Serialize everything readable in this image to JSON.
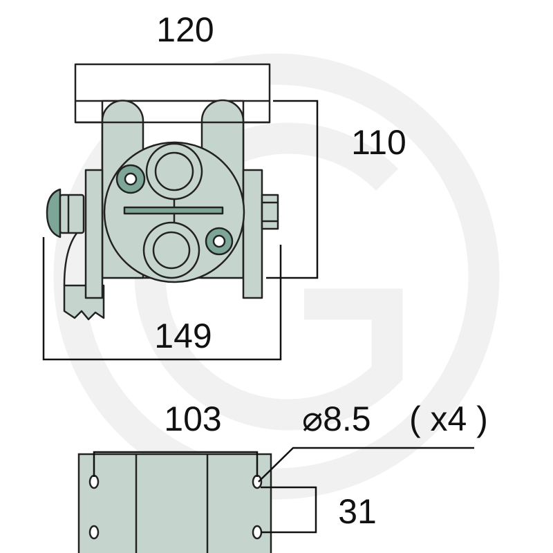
{
  "dimensions": {
    "top_width": "120",
    "height": "110",
    "overall_width": "149",
    "hole_spacing": "103",
    "hole_diameter": "⌀8.5",
    "hole_count": "( x4 )",
    "hole_vertical_spacing": "31"
  },
  "colors": {
    "body_fill": "#c6d4ce",
    "accent_fill": "#7da698",
    "outline": "#222222",
    "watermark": "#f1f1f1"
  }
}
